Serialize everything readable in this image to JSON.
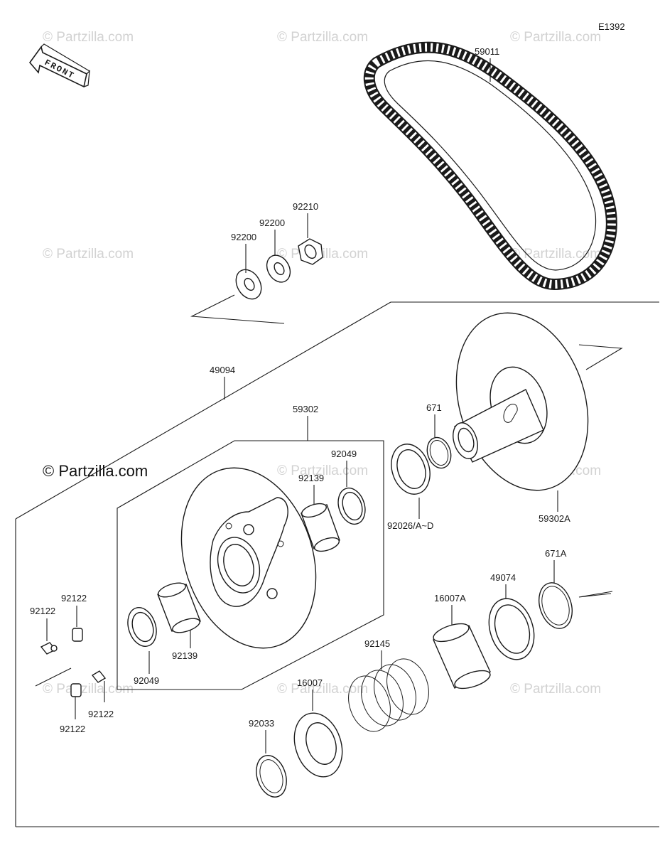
{
  "diagram_code": "E1392",
  "front_label": "FRONT",
  "watermark_text": "© Partzilla.com",
  "main_watermark": "© Partzilla.com",
  "labels": {
    "p59011": "59011",
    "p92210": "92210",
    "p92200a": "92200",
    "p92200b": "92200",
    "p49094": "49094",
    "p59302": "59302",
    "p671": "671",
    "p92049a": "92049",
    "p92139a": "92139",
    "p92026": "92026/A~D",
    "p59302A": "59302A",
    "p671A": "671A",
    "p49074": "49074",
    "p16007A": "16007A",
    "p92122a": "92122",
    "p92122b": "92122",
    "p92122c": "92122",
    "p92122d": "92122",
    "p92139b": "92139",
    "p92049b": "92049",
    "p92145": "92145",
    "p16007": "16007",
    "p92033": "92033"
  },
  "colors": {
    "ink": "#1a1a1a",
    "watermark": "#d2d2d2"
  }
}
